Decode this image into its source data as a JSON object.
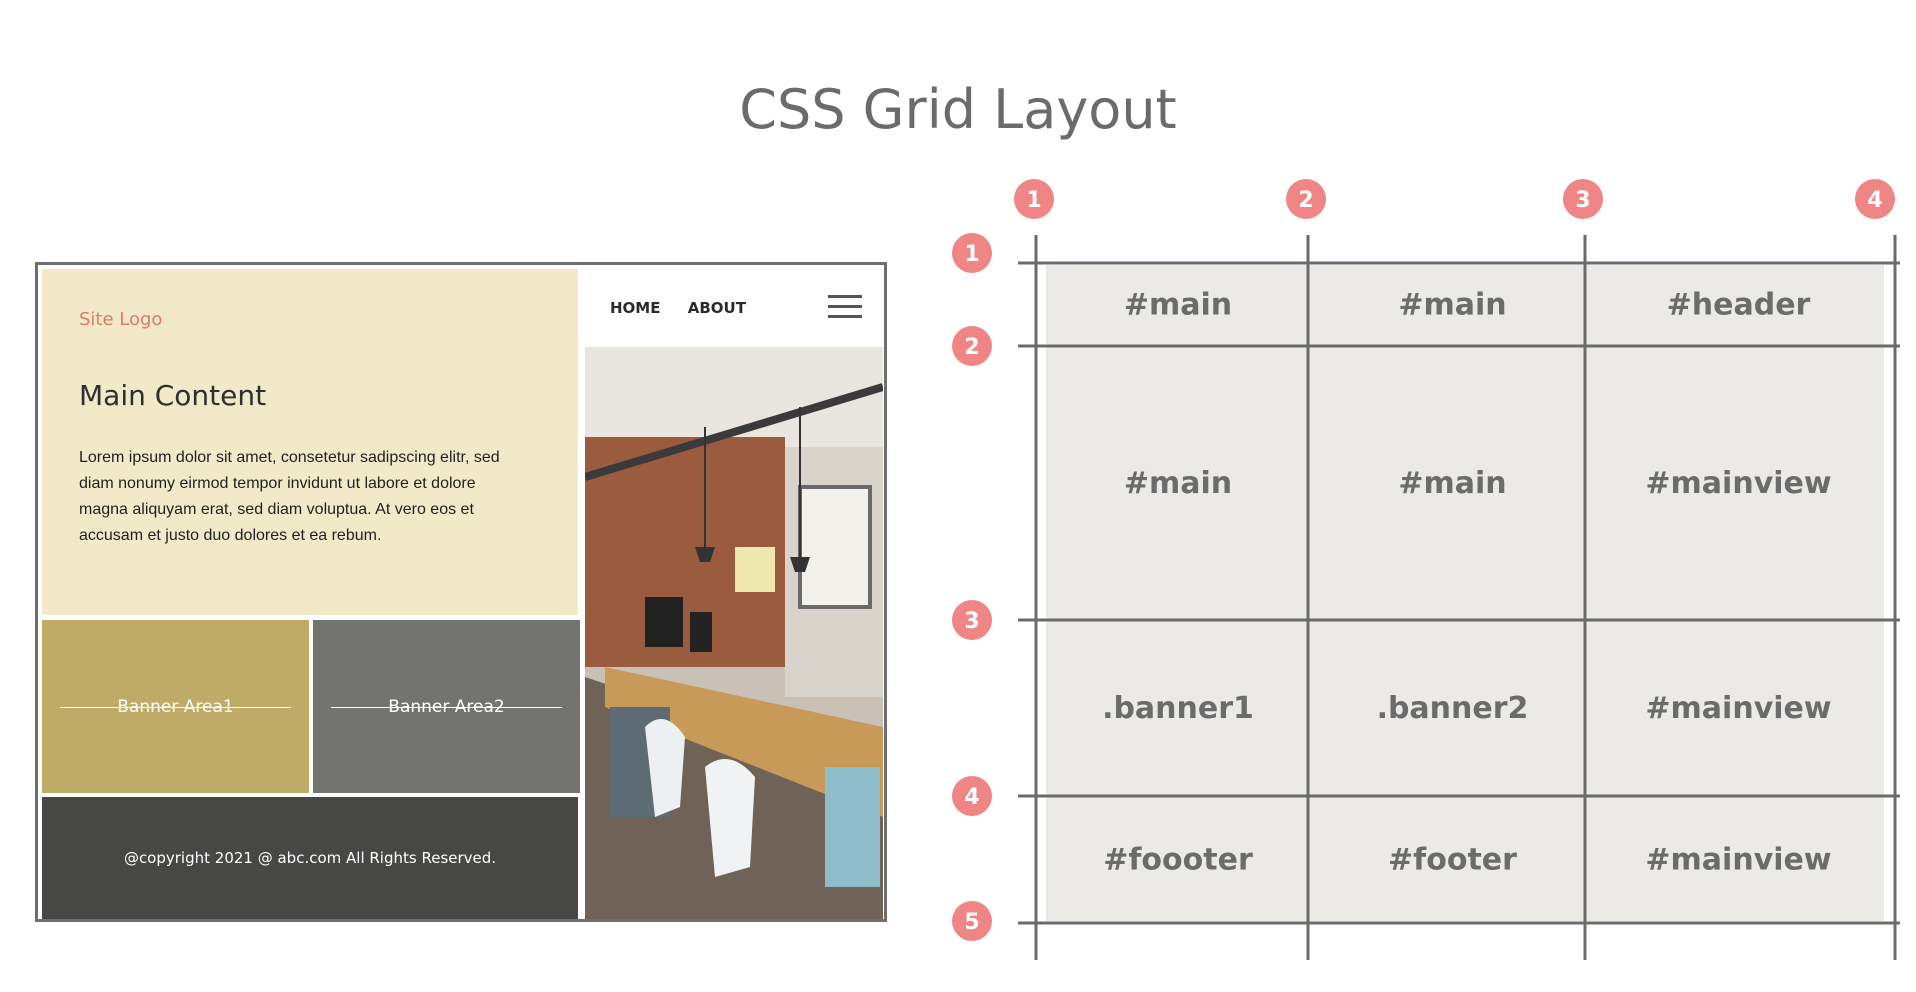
{
  "title": "CSS Grid Layout",
  "mockup": {
    "logo": "Site Logo",
    "nav": [
      "HOME",
      "ABOUT"
    ],
    "heading": "Main Content",
    "paragraph": "Lorem ipsum dolor sit amet, consetetur sadipscing elitr, sed diam nonumy eirmod tempor invidunt ut labore et dolore magna aliquyam erat, sed diam voluptua. At vero eos et accusam et justo duo dolores et ea rebum.",
    "banner1": "Banner Area1",
    "banner2": "Banner Area2",
    "footer": "@copyright 2021 @ abc.com All Rights Reserved.",
    "colors": {
      "main": "#f2e9c9",
      "banner1": "#bfab67",
      "banner2": "#737370",
      "footer": "#474745",
      "logo": "#e07a6a"
    }
  },
  "grid": {
    "column_lines": [
      "1",
      "2",
      "3",
      "4"
    ],
    "row_lines": [
      "1",
      "2",
      "3",
      "4",
      "5"
    ],
    "cells": [
      [
        "#main",
        "#main",
        "#header"
      ],
      [
        "#main",
        "#main",
        "#mainview"
      ],
      [
        ".banner1",
        ".banner2",
        "#mainview"
      ],
      [
        "#foooter",
        "#footer",
        "#mainview"
      ]
    ],
    "colors": {
      "cell": "#ebeae6",
      "line": "#6b6b6b",
      "badge": "#f08585"
    }
  }
}
